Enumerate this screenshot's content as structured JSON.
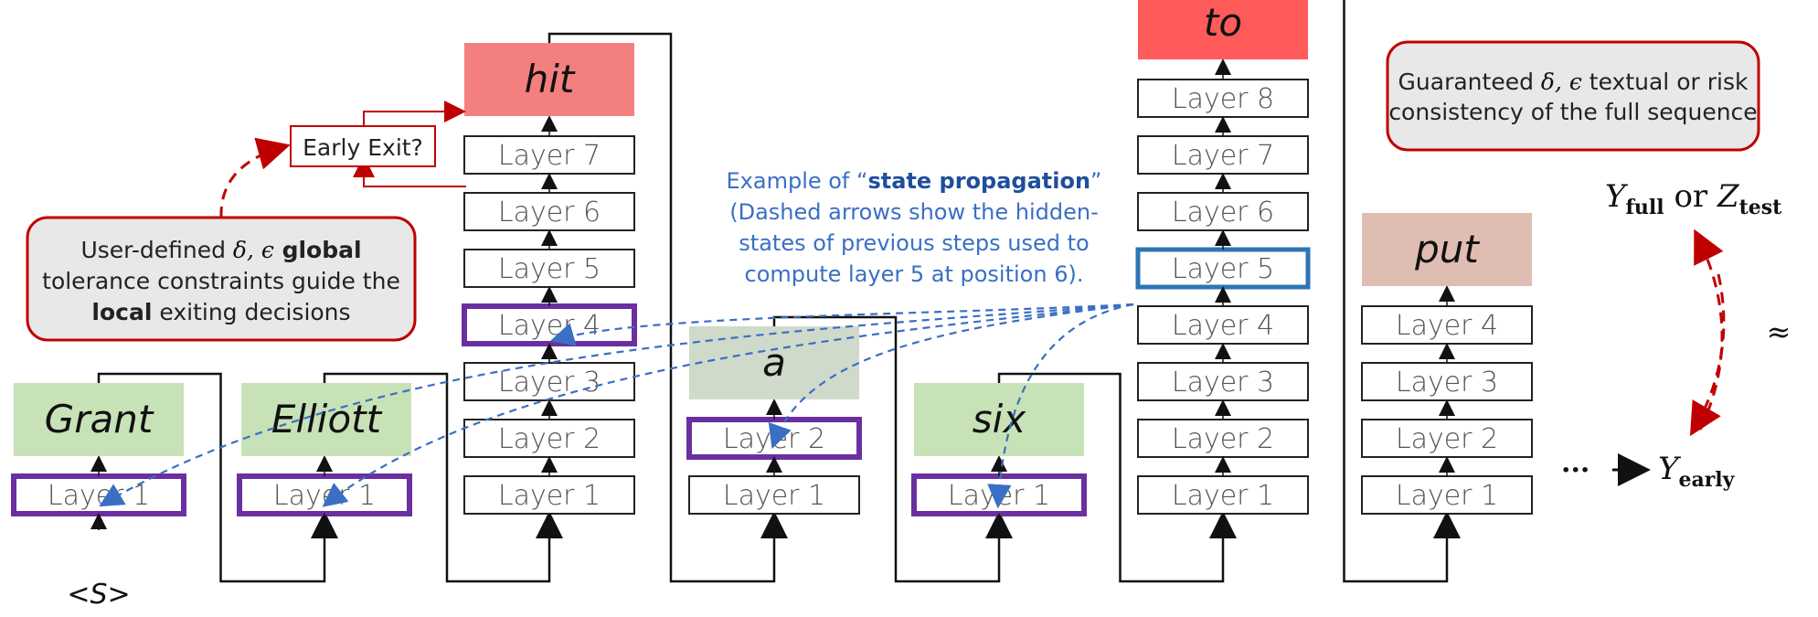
{
  "columns": [
    {
      "id": "grant",
      "token": "Grant",
      "token_color": "#c8e2b8",
      "layers": [
        "Layer 1"
      ],
      "highlight": [
        1
      ],
      "start_label": "<S>"
    },
    {
      "id": "elliott",
      "token": "Elliott",
      "token_color": "#c8e2b8",
      "layers": [
        "Layer 1"
      ],
      "highlight": [
        1
      ]
    },
    {
      "id": "hit",
      "token": "hit",
      "token_color": "#f47f7f",
      "layers": [
        "Layer 1",
        "Layer 2",
        "Layer 3",
        "Layer 4",
        "Layer 5",
        "Layer 6",
        "Layer 7"
      ],
      "highlight": [
        4
      ]
    },
    {
      "id": "a",
      "token": "a",
      "token_color": "#cfdacb",
      "layers": [
        "Layer 1",
        "Layer 2"
      ],
      "highlight": [
        2
      ]
    },
    {
      "id": "six",
      "token": "six",
      "token_color": "#c8e2b8",
      "layers": [
        "Layer 1"
      ],
      "highlight": [
        1
      ]
    },
    {
      "id": "to",
      "token": "to",
      "token_color": "#ff5b5b",
      "layers": [
        "Layer 1",
        "Layer 2",
        "Layer 3",
        "Layer 4",
        "Layer 5",
        "Layer 6",
        "Layer 7",
        "Layer 8"
      ],
      "blue_highlight": [
        5
      ]
    },
    {
      "id": "put",
      "token": "put",
      "token_color": "#dfbdb3",
      "layers": [
        "Layer 1",
        "Layer 2",
        "Layer 3",
        "Layer 4"
      ]
    }
  ],
  "early_exit_label": "Early Exit?",
  "user_callout": {
    "line1_pre": "User-defined ",
    "line1_math": "δ, ϵ",
    "line1_bold": " global",
    "line2": "tolerance constraints guide the",
    "line3_bold": "local",
    "line3_post": " exiting decisions"
  },
  "guarantee_callout": {
    "line1_pre": "Guaranteed ",
    "line1_math": "δ, ϵ",
    "line1_post": " textual or risk",
    "line2": "consistency of the full sequence"
  },
  "state_propagation": {
    "line1_pre": "Example of “",
    "line1_bold": "state propagation",
    "line1_post": "”",
    "line2": "(Dashed arrows show the hidden-",
    "line3": "states of previous steps used to",
    "line4": "compute layer 5 at position 6)."
  },
  "math": {
    "Y": "Y",
    "full": "full",
    "or": " or ",
    "Z": "Z",
    "test": "test",
    "approx": "≈",
    "ellipsis": "···",
    "early": "early"
  },
  "colors": {
    "purple_highlight": "#6b2fa0",
    "blue_highlight": "#2e74b5",
    "red": "#c00000",
    "blue_text": "#3a6fc4",
    "callout_fill": "#e8e8e8"
  }
}
